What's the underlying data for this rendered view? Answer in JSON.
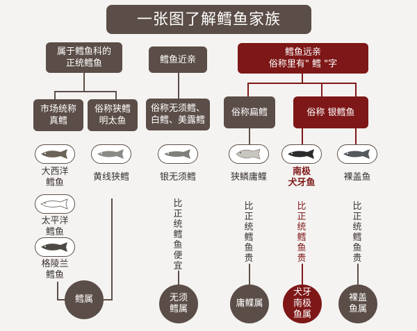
{
  "title": "一张图了解鳕鱼家族",
  "col1": {
    "header": "属于鳕鱼科的\n正统鳕鱼",
    "sub_left": "市场统称\n真鳕",
    "sub_right": "俗称狭鳕\n明太鱼",
    "fish_atlantic": "大西洋\n鳕鱼",
    "fish_pollock": "黄线狭鳕",
    "fish_pacific": "太平洋\n鳕鱼",
    "fish_greenland": "格陵兰\n鳕鱼",
    "genus": "鳕属"
  },
  "col2": {
    "header": "鳕鱼近亲",
    "sub": "俗称无须鳕、\n白鳕、美露鳕",
    "fish": "银无须鳕",
    "note": "比正统鳕鱼便宜",
    "genus": "无须\n鳕属"
  },
  "col3": {
    "header": "鳕鱼远亲\n俗称里有\" 鳕 \"字",
    "sub_flat": "俗称扁鳕",
    "sub_silver": "俗称 银鳕鱼",
    "fish_halibut": "狭鳞庸鲽",
    "fish_toothfish": "南极\n犬牙鱼",
    "fish_sablefish": "裸盖鱼",
    "note_halibut": "比正统鳕鱼贵",
    "note_toothfish": "比正统鳕鱼贵",
    "note_sablefish": "比正统鳕鱼贵",
    "genus_halibut": "庸鲽属",
    "genus_toothfish": "犬牙\n南极\n鱼属",
    "genus_sablefish": "裸盖\n鱼属"
  },
  "colors": {
    "brown": "#5b4d47",
    "red": "#7e1717",
    "background": "#f4f3f1"
  }
}
